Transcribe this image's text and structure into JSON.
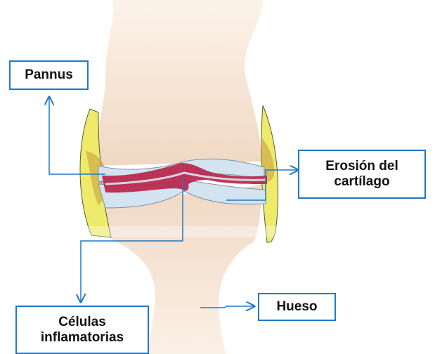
{
  "labels": {
    "pannus": "Pannus",
    "erosion_line1": "Erosión del",
    "erosion_line2": "cartílago",
    "celulas_line1": "Células",
    "celulas_line2": "inflamatorias",
    "hueso": "Hueso"
  },
  "colors": {
    "bone": "#f3dfcd",
    "cartilage": "#d3e3ef",
    "pannus": "#b8244a",
    "synovium": "#eeea6a",
    "callout": "#1f78c8"
  }
}
